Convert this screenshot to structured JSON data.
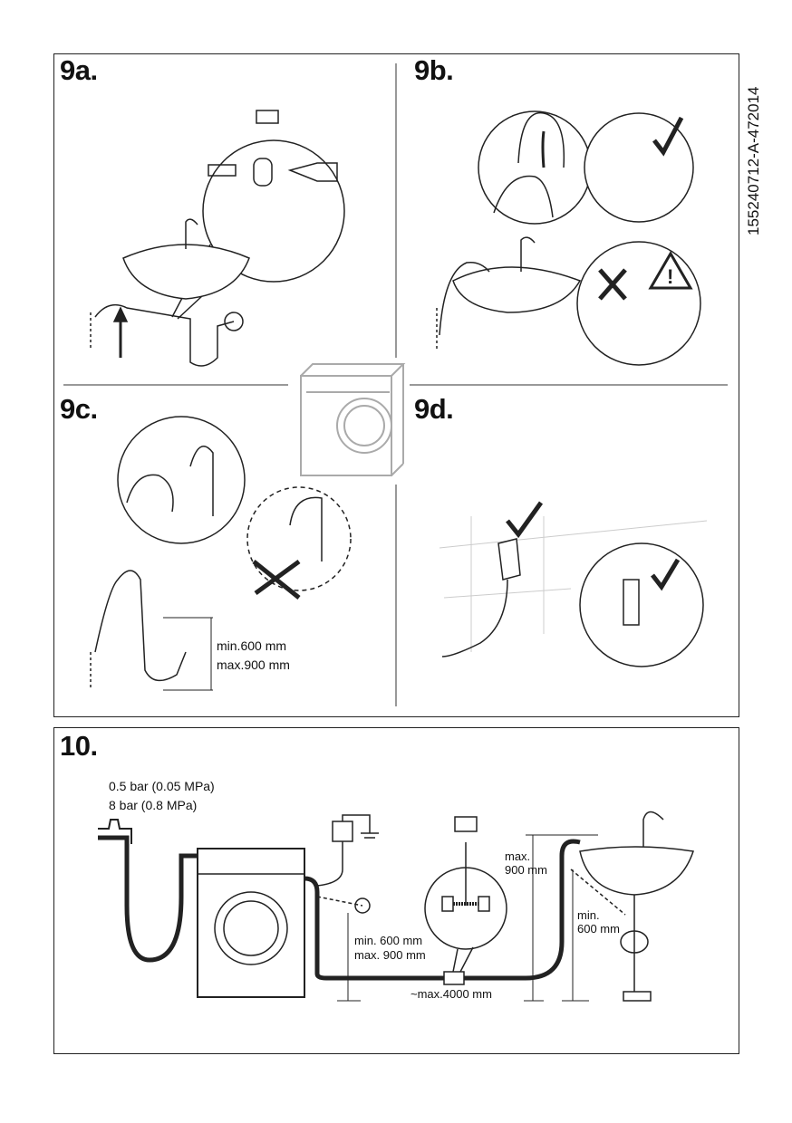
{
  "doc_code": "155240712-A-472014",
  "panels": {
    "p9a": {
      "label": "9a."
    },
    "p9b": {
      "label": "9b."
    },
    "p9c": {
      "label": "9c.",
      "min": "min.600 mm",
      "max": "max.900 mm"
    },
    "p9d": {
      "label": "9d."
    }
  },
  "panel10": {
    "label": "10.",
    "pressure_min": "0.5 bar (0.05 MPa)",
    "pressure_max": "8 bar (0.8 MPa)",
    "drain_min": "min. 600 mm",
    "drain_max": "max. 900 mm",
    "hose_length": "~max.4000 mm",
    "sink_max_a": "max.",
    "sink_max_b": "900 mm",
    "sink_min_a": "min.",
    "sink_min_b": "600 mm"
  }
}
